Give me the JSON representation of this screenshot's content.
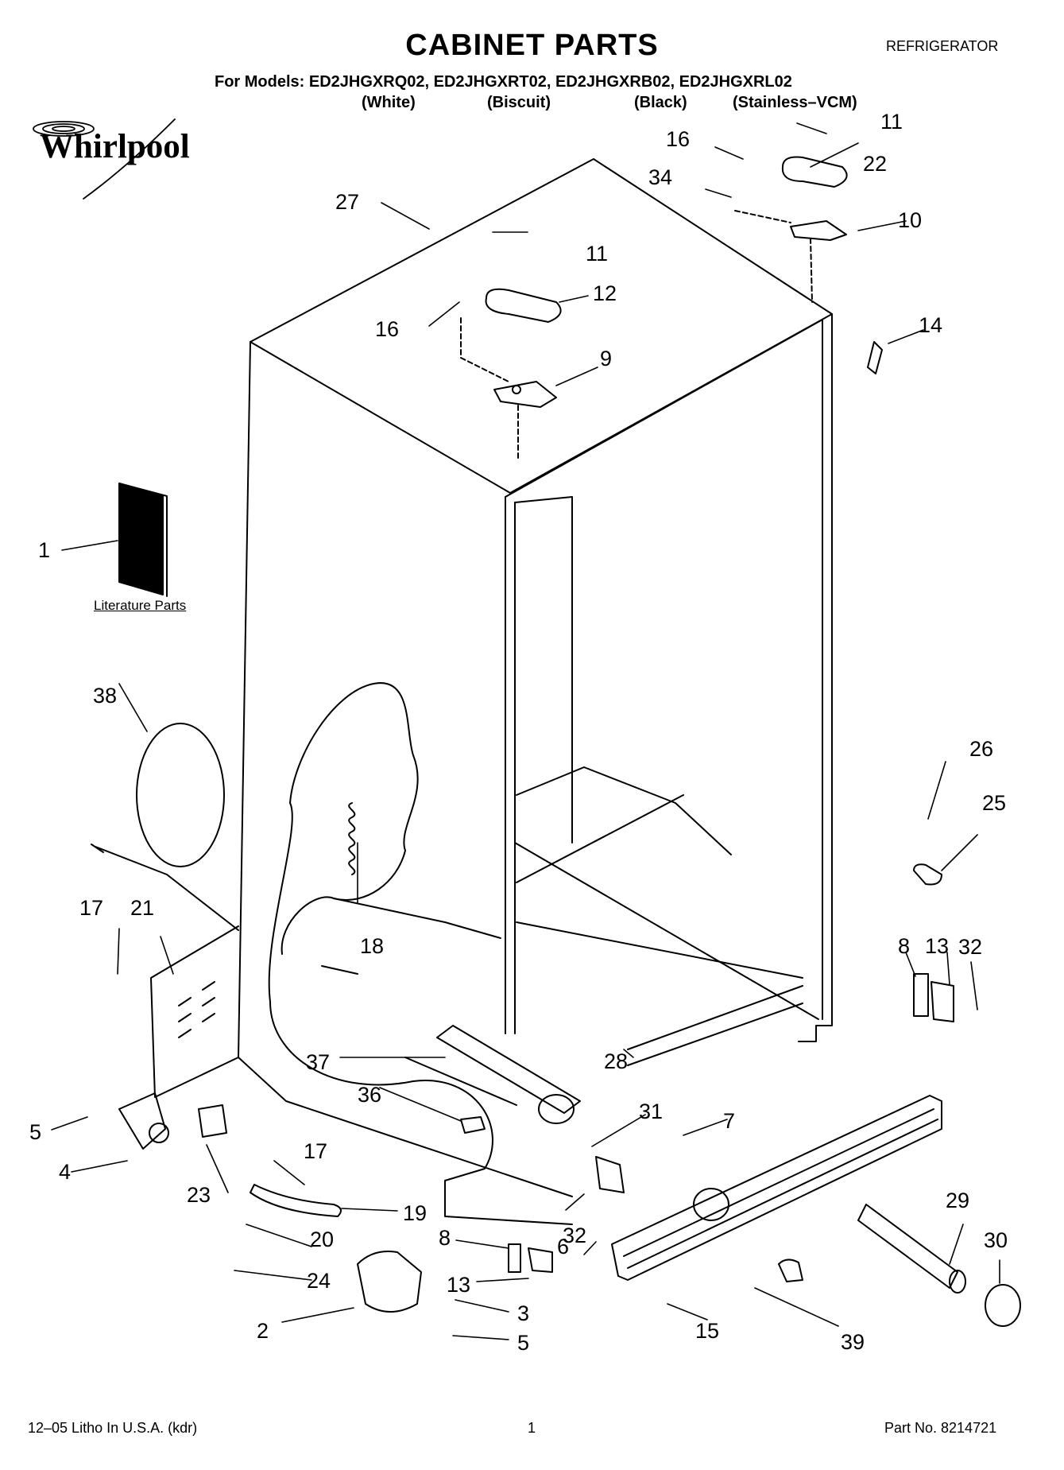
{
  "header": {
    "title": "CABINET PARTS",
    "category": "REFRIGERATOR",
    "models_line": "For Models: ED2JHGXRQ02, ED2JHGXRT02, ED2JHGXRB02, ED2JHGXRL02",
    "colors": [
      "(White)",
      "(Biscuit)",
      "(Black)",
      "(Stainless–VCM)"
    ]
  },
  "brand": "Whirlpool",
  "literature_label": "Literature Parts",
  "callouts": [
    "1",
    "2",
    "3",
    "4",
    "5",
    "5",
    "6",
    "7",
    "8",
    "8",
    "9",
    "10",
    "11",
    "11",
    "12",
    "13",
    "13",
    "14",
    "15",
    "16",
    "16",
    "17",
    "17",
    "18",
    "19",
    "20",
    "21",
    "22",
    "23",
    "24",
    "25",
    "26",
    "27",
    "28",
    "29",
    "30",
    "31",
    "32",
    "32",
    "34",
    "36",
    "37",
    "38",
    "39"
  ],
  "footer": {
    "left": "12–05 Litho In U.S.A. (kdr)",
    "page": "1",
    "part_no": "Part No. 8214721"
  }
}
